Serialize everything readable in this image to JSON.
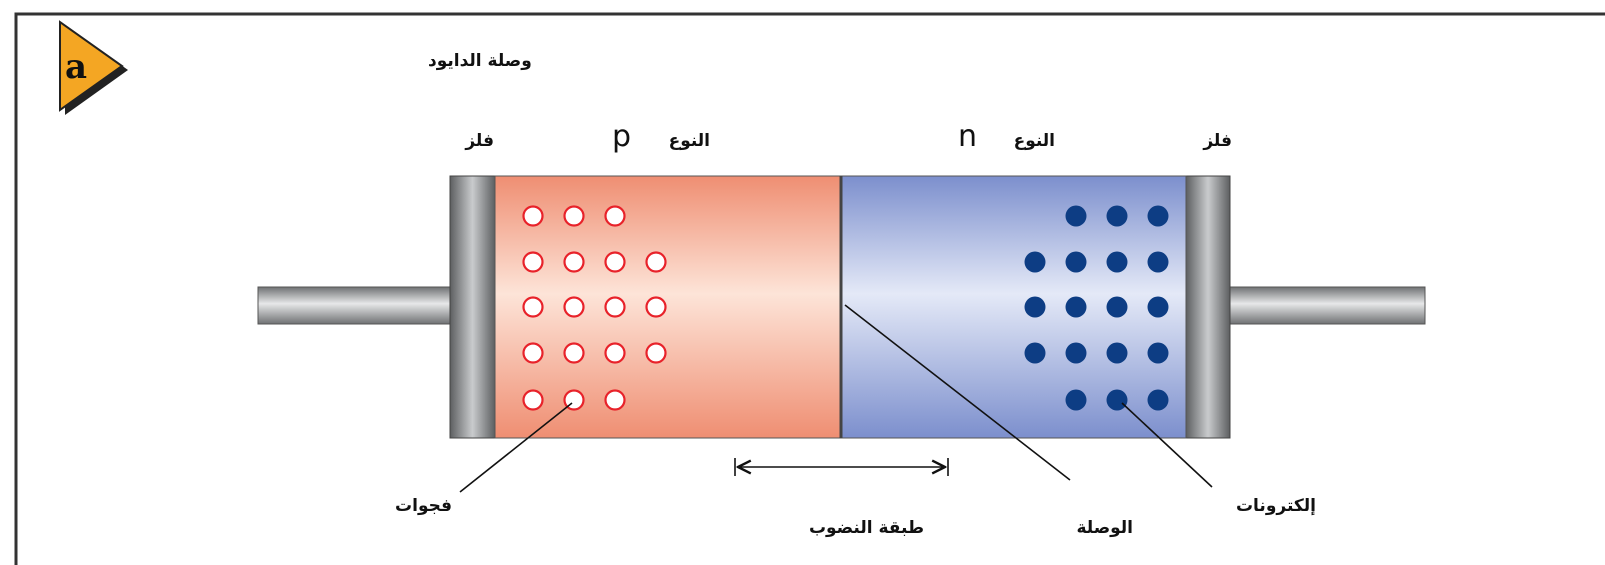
{
  "badge": {
    "letter": "a"
  },
  "title": "وصلة الدايود",
  "labels": {
    "metal_left": "فلز",
    "p_type_word": "النوع",
    "p_type_letter": "p",
    "n_type_word": "النوع",
    "n_type_letter": "n",
    "metal_right": "فلز",
    "holes": "فجوات",
    "depletion_layer": "طبقة النضوب",
    "junction": "الوصلة",
    "electrons": "إلكترونات"
  },
  "colors": {
    "frame": "#333333",
    "badge_fill": "#f4a623",
    "p_region": "#f29a80",
    "n_region": "#8fa1d6",
    "metal": "#8a8c8e",
    "hole_stroke": "#e8222a",
    "electron": "#0d3d84"
  },
  "holes_rows": [
    3,
    4,
    4,
    4,
    3
  ],
  "electrons_rows": [
    3,
    4,
    4,
    4,
    3
  ]
}
